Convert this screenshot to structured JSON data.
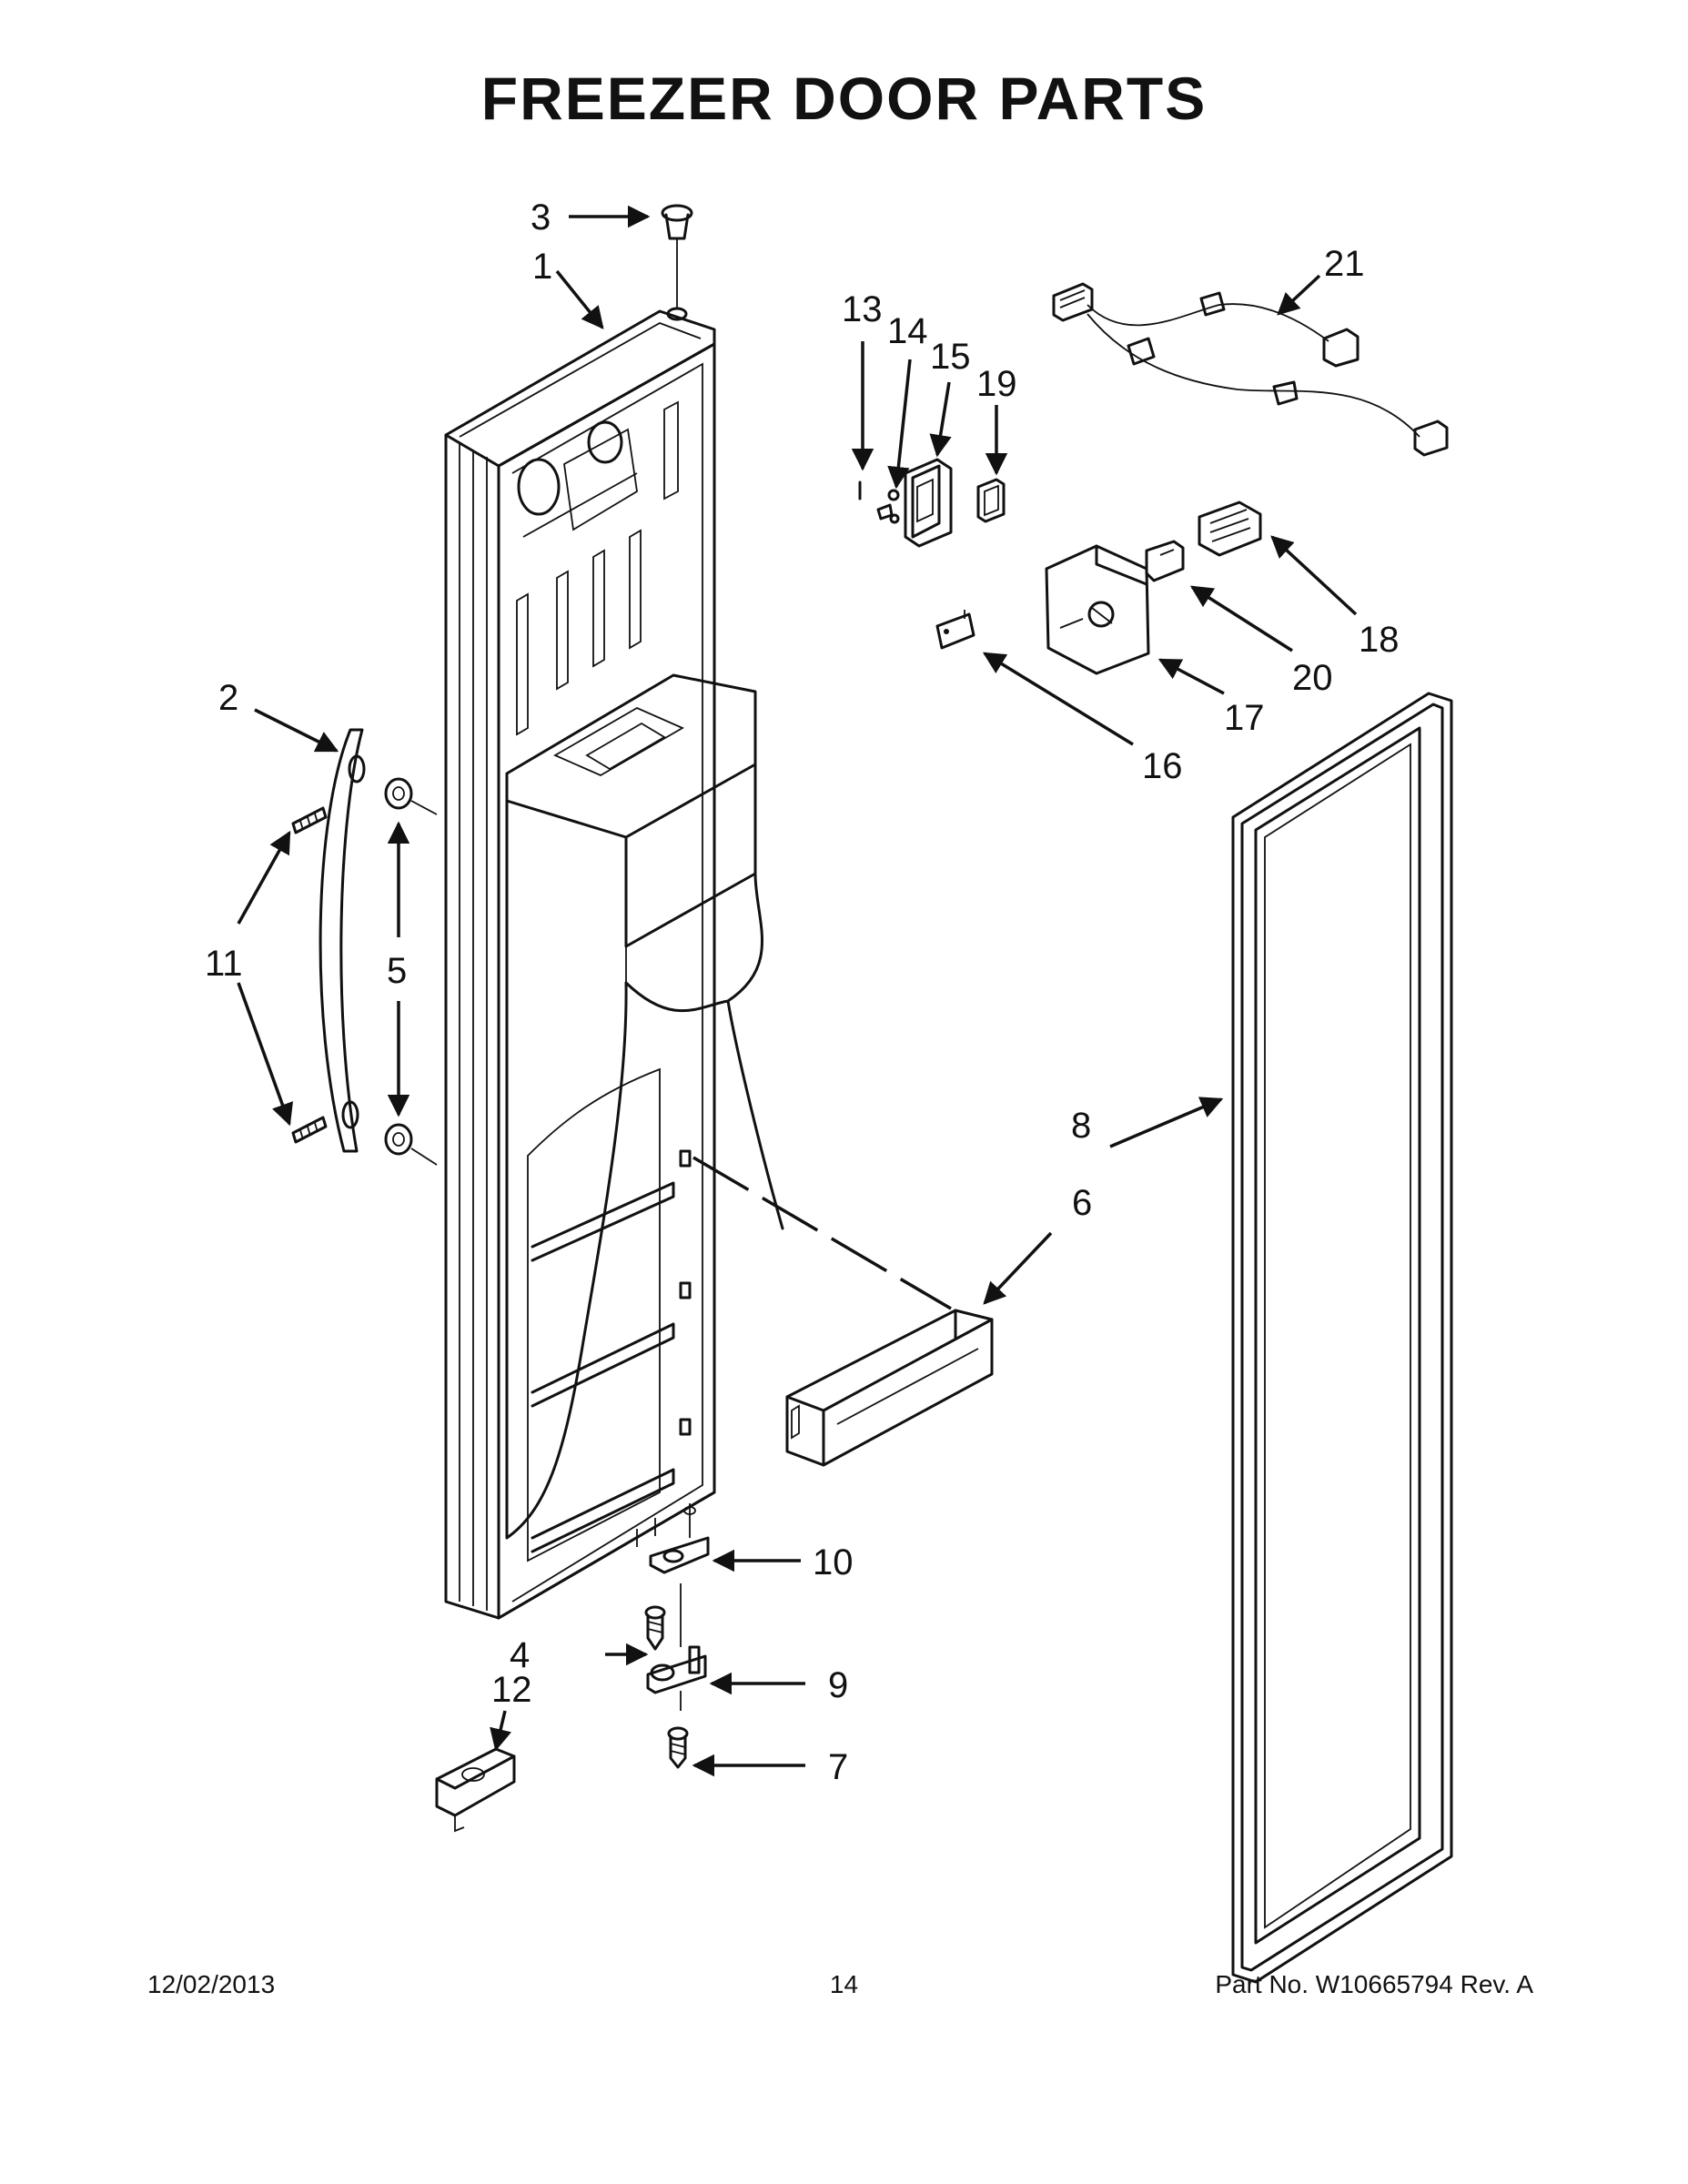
{
  "title": "FREEZER DOOR PARTS",
  "callouts": {
    "c1": "1",
    "c2": "2",
    "c3": "3",
    "c4": "4",
    "c5": "5",
    "c6": "6",
    "c7": "7",
    "c8": "8",
    "c9": "9",
    "c10": "10",
    "c11": "11",
    "c12": "12",
    "c13": "13",
    "c14": "14",
    "c15": "15",
    "c16": "16",
    "c17": "17",
    "c18": "18",
    "c19": "19",
    "c20": "20",
    "c21": "21"
  },
  "footer": {
    "date": "12/02/2013",
    "page": "14",
    "part_number": "Part No.  W10665794  Rev.  A"
  }
}
